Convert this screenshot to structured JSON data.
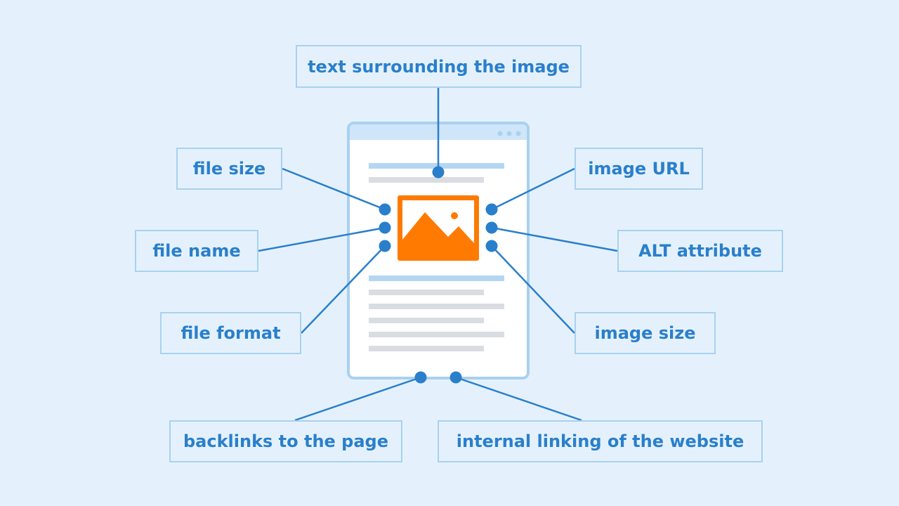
{
  "labels": {
    "text_surrounding": "text surrounding the image",
    "file_size": "file size",
    "file_name": "file name",
    "file_format": "file format",
    "image_url": "image URL",
    "alt_attribute": "ALT attribute",
    "image_size": "image size",
    "backlinks": "backlinks to the page",
    "internal_linking": "internal linking of the website"
  },
  "colors": {
    "background": "#e4f1fc",
    "label_border": "#a9d1f0",
    "label_text": "#2a7fcb",
    "connector": "#2a7fcb",
    "image_accent": "#ff7a00",
    "page_frame": "#a9d1f0",
    "page_header": "#cfe5f8",
    "text_line": "#d9dde2",
    "heading_line": "#b5d6f2"
  },
  "icons": {
    "page": "webpage-icon",
    "image": "image-placeholder-icon"
  }
}
